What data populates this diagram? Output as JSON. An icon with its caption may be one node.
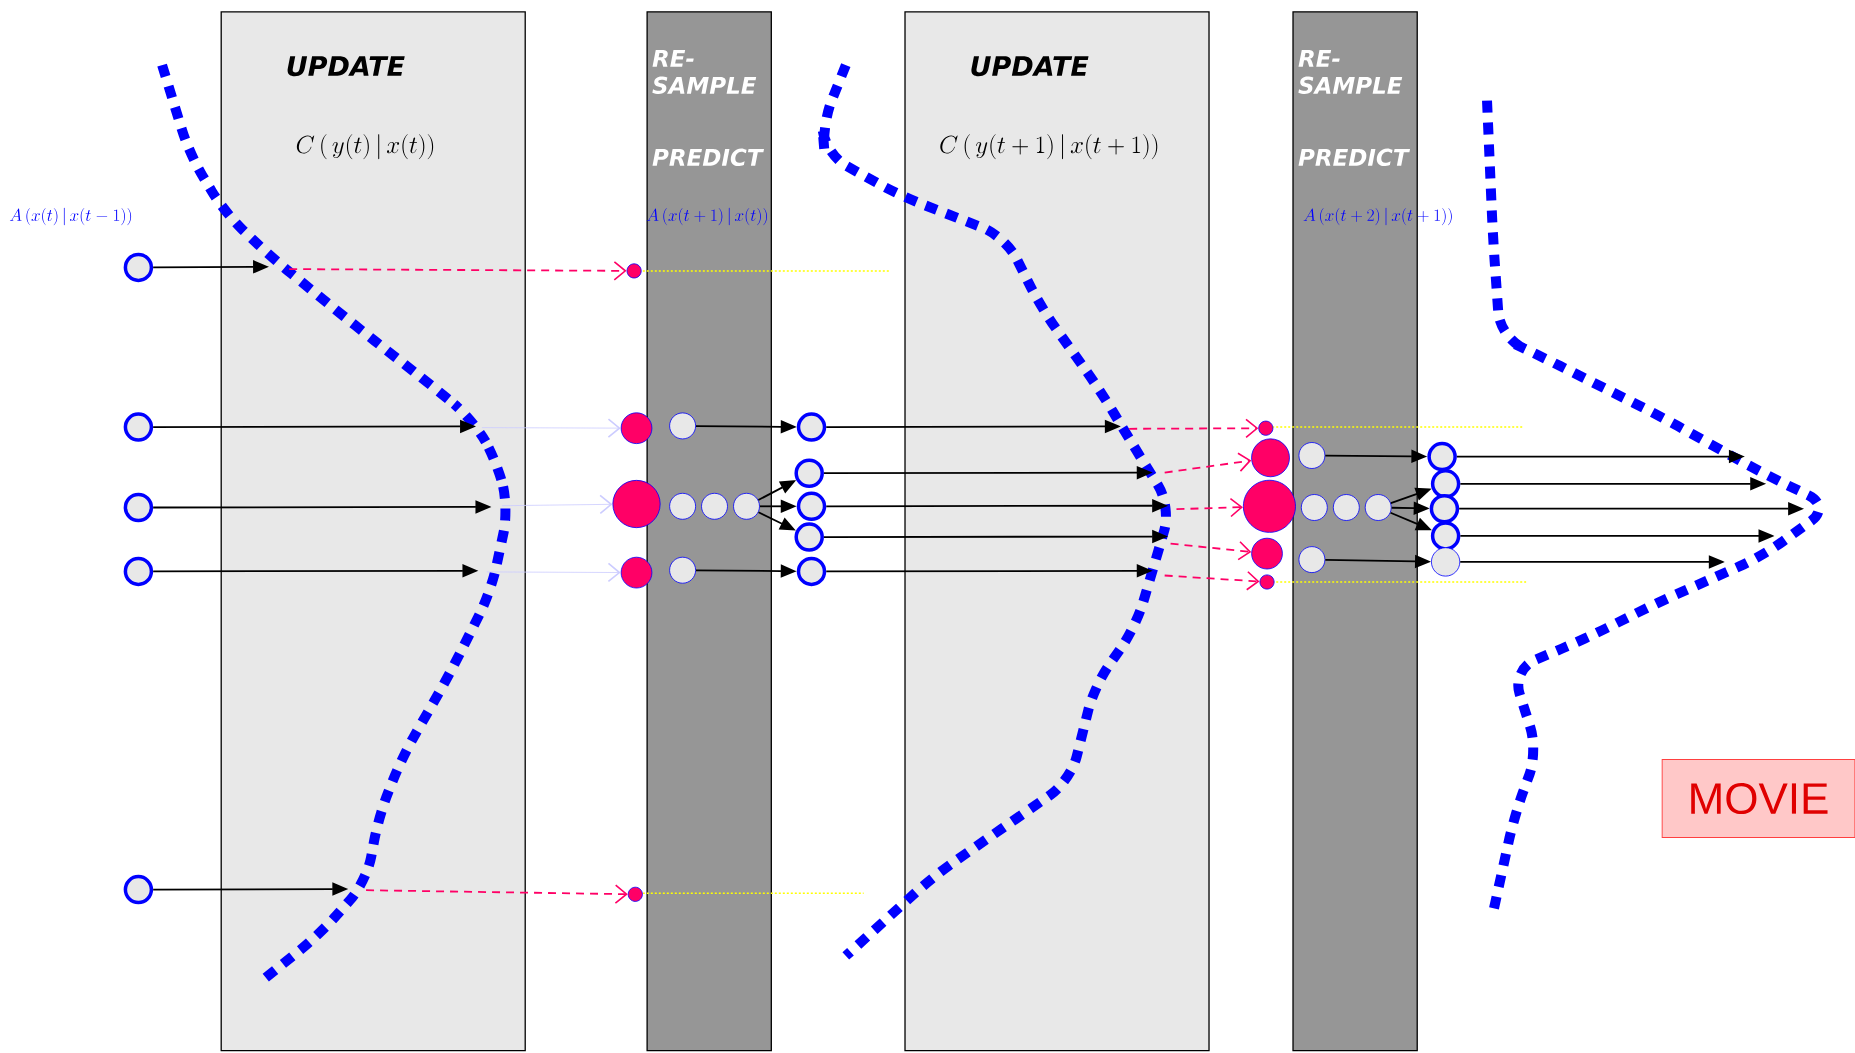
{
  "diagram": {
    "nodes": [
      {
        "text": [
          "UPDATE",
          "C\\left(\\,y(t)\\,|\\,x(t)\\right)"
        ]
      },
      {
        "text": [
          "RE- SAMPLE",
          "PREDICT"
        ]
      },
      {
        "text": [
          "UPDATE",
          "C\\left(\\,y(t+1)\\,|\\,x(t+1)\\right)"
        ]
      },
      {
        "text": [
          "RE- SAMPLE",
          "PREDICT"
        ]
      },
      {
        "text": [
          "MOVIE"
        ]
      },
      {
        "text": [],
        "shape": "circle"
      },
      {
        "text": [],
        "shape": "circle"
      },
      {
        "text": [],
        "shape": "circle"
      },
      {
        "text": [],
        "shape": "circle"
      },
      {
        "text": [],
        "shape": "circle"
      },
      {
        "text": [],
        "shape": "circle"
      },
      {
        "text": [],
        "shape": "circle"
      },
      {
        "text": [],
        "shape": "circle"
      },
      {
        "text": [],
        "shape": "circle"
      },
      {
        "text": [],
        "shape": "circle"
      },
      {
        "text": [],
        "shape": "circle",
        "in": 1
      },
      {
        "text": [],
        "shape": "circle",
        "in": 1
      },
      {
        "text": [],
        "shape": "circle",
        "in": 1
      },
      {
        "text": [],
        "shape": "circle",
        "in": 1
      },
      {
        "text": [],
        "shape": "circle",
        "in": 1
      },
      {
        "text": [],
        "shape": "circle"
      },
      {
        "text": [],
        "shape": "circle"
      },
      {
        "text": [],
        "shape": "circle"
      },
      {
        "text": [],
        "shape": "circle"
      },
      {
        "text": [],
        "shape": "circle"
      },
      {
        "text": [],
        "shape": "circle"
      },
      {
        "text": [],
        "shape": "circle"
      },
      {
        "text": [],
        "shape": "circle"
      },
      {
        "text": [],
        "shape": "circle"
      },
      {
        "text": [],
        "shape": "circle"
      },
      {
        "text": [],
        "shape": "circle",
        "in": 3
      },
      {
        "text": [],
        "shape": "circle",
        "in": 3
      },
      {
        "text": [],
        "shape": "circle",
        "in": 3
      },
      {
        "text": [],
        "shape": "circle",
        "in": 3
      },
      {
        "text": [],
        "shape": "circle",
        "in": 3
      },
      {
        "text": [],
        "shape": "circle"
      },
      {
        "text": [],
        "shape": "circle"
      },
      {
        "text": [],
        "shape": "circle"
      },
      {
        "text": [],
        "shape": "circle"
      },
      {
        "text": [],
        "shape": "circle"
      }
    ],
    "edges": [
      {
        "from": 5,
        "to": 0,
        "arrow": "to"
      },
      {
        "from": 6,
        "to": 0,
        "arrow": "to"
      },
      {
        "from": 7,
        "to": 0,
        "arrow": "to"
      },
      {
        "from": 8,
        "to": 0,
        "arrow": "to"
      },
      {
        "from": 9,
        "to": 0,
        "arrow": "to"
      },
      {
        "from": 0,
        "to": 10,
        "arrow": "to",
        "style": "dashed",
        "color": "#ff0066"
      },
      {
        "from": 0,
        "to": 11,
        "arrow": "to",
        "color": "#ccccff"
      },
      {
        "from": 0,
        "to": 12,
        "arrow": "to",
        "color": "#ccccff"
      },
      {
        "from": 0,
        "to": 13,
        "arrow": "to",
        "color": "#ccccff"
      },
      {
        "from": 0,
        "to": 14,
        "arrow": "to",
        "style": "dashed",
        "color": "#ff0066"
      },
      {
        "from": 15,
        "to": 20,
        "arrow": "to"
      },
      {
        "from": 18,
        "to": 21,
        "arrow": "to"
      },
      {
        "from": 18,
        "to": 22,
        "arrow": "to"
      },
      {
        "from": 18,
        "to": 23,
        "arrow": "to"
      },
      {
        "from": 19,
        "to": 24,
        "arrow": "to"
      },
      {
        "from": 20,
        "to": 2,
        "arrow": "to"
      },
      {
        "from": 21,
        "to": 2,
        "arrow": "to"
      },
      {
        "from": 22,
        "to": 2,
        "arrow": "to"
      },
      {
        "from": 23,
        "to": 2,
        "arrow": "to"
      },
      {
        "from": 24,
        "to": 2,
        "arrow": "to"
      },
      {
        "from": 2,
        "to": 25,
        "arrow": "to",
        "style": "dashed",
        "color": "#ff0066"
      },
      {
        "from": 2,
        "to": 26,
        "arrow": "to",
        "style": "dashed",
        "color": "#ff0066"
      },
      {
        "from": 2,
        "to": 27,
        "arrow": "to",
        "style": "dashed",
        "color": "#ff0066"
      },
      {
        "from": 2,
        "to": 28,
        "arrow": "to",
        "style": "dashed",
        "color": "#ff0066"
      },
      {
        "from": 2,
        "to": 29,
        "arrow": "to",
        "style": "dashed",
        "color": "#ff0066"
      },
      {
        "from": 30,
        "to": 35,
        "arrow": "to"
      },
      {
        "from": 33,
        "to": 36,
        "arrow": "to"
      },
      {
        "from": 33,
        "to": 37,
        "arrow": "to"
      },
      {
        "from": 33,
        "to": 38,
        "arrow": "to"
      },
      {
        "from": 34,
        "to": 39,
        "arrow": "to"
      },
      {
        "from": 35,
        "to": null,
        "arrow": "to"
      },
      {
        "from": 36,
        "to": null,
        "arrow": "to"
      },
      {
        "from": 37,
        "to": null,
        "arrow": "to"
      },
      {
        "from": 38,
        "to": null,
        "arrow": "to"
      },
      {
        "from": 39,
        "to": null,
        "arrow": "to"
      }
    ],
    "labels": [
      "A\\left(x(t)\\,|\\,x(t-1)\\right)",
      "A\\left(x(t+1)\\,|\\,x(t)\\right)",
      "A\\left(x(t+2)\\,|\\,x(t+1)\\right)"
    ]
  }
}
